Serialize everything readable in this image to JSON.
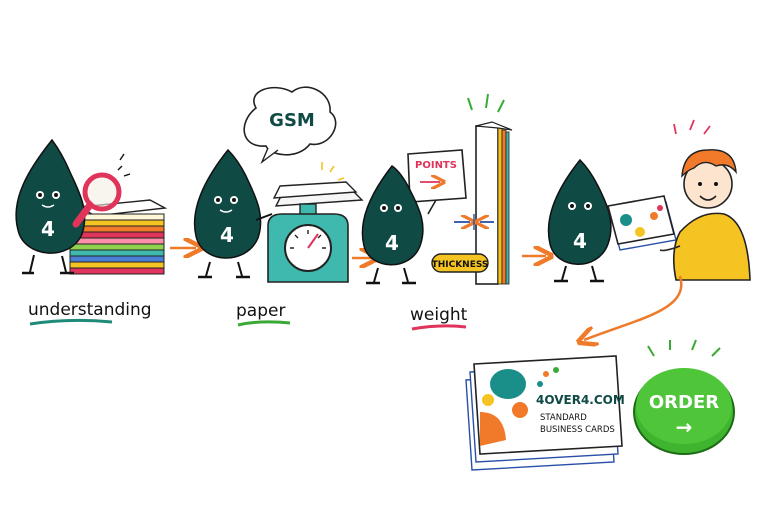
{
  "mascot": {
    "number": "4"
  },
  "steps": [
    {
      "label": "understanding",
      "underline_color": "#1f8a7a"
    },
    {
      "label": "paper",
      "underline_color": "#3aaa35"
    },
    {
      "label": "weight",
      "underline_color": "#e0345a"
    }
  ],
  "scale_bubble": {
    "text": "GSM"
  },
  "points_sign": {
    "text": "POINTS"
  },
  "thickness_tag": {
    "text": "THICKNESS"
  },
  "business_card": {
    "brand": "4OVER4.COM",
    "line1": "STANDARD",
    "line2": "BUSINESS CARDS"
  },
  "order_button": {
    "label": "ORDER",
    "arrow": "→",
    "color": "#3fb52f"
  },
  "colors": {
    "mascot": "#0f4a45",
    "arrow": "#ee7a2a",
    "scale": "#3fb8ad",
    "hair": "#f07a2a",
    "shirt": "#f5c322",
    "teal_dot": "#1a8f8a",
    "orange_dot": "#f07a2a"
  }
}
